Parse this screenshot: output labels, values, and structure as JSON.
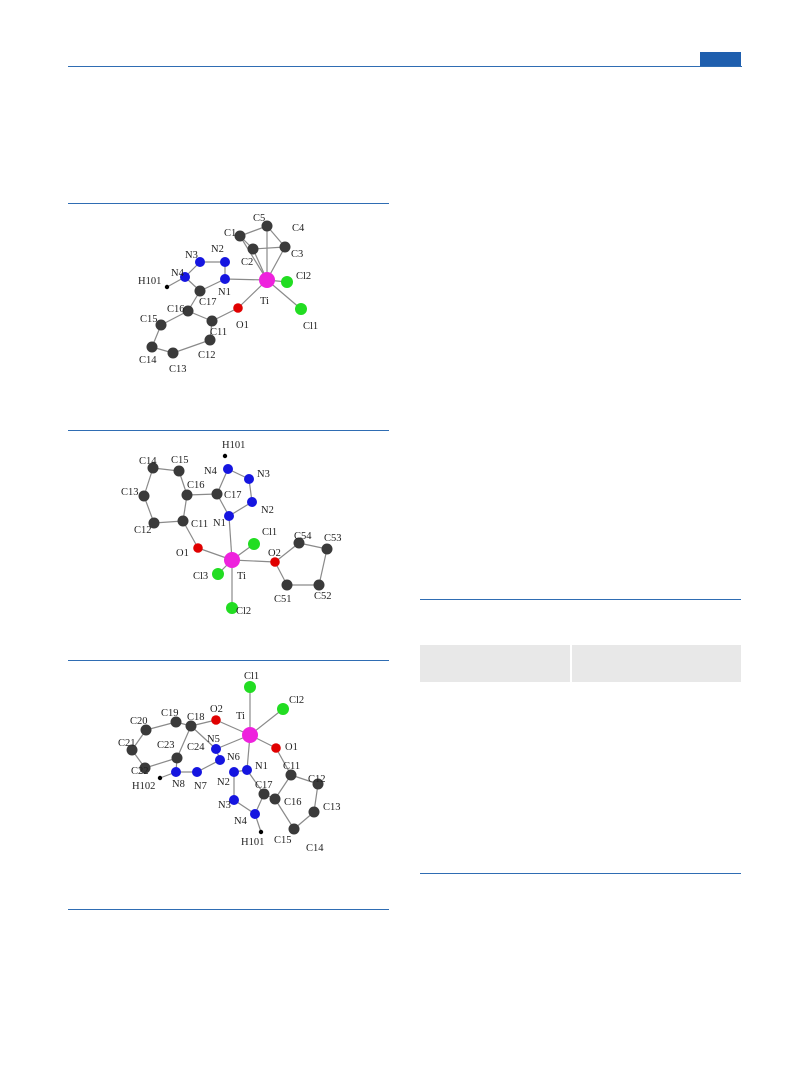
{
  "header": {
    "accent_color": "#1f5fae",
    "rule_color": "#2f6db3"
  },
  "atom_colors": {
    "C": "#3a3a3a",
    "N": "#1515e0",
    "O": "#e00000",
    "Cl": "#22dd22",
    "Ti": "#ee22dd",
    "H": "#000000"
  },
  "figures": [
    {
      "id": "complex-1",
      "labels": [
        "C5",
        "C4",
        "C1",
        "C2",
        "C3",
        "N2",
        "N3",
        "N4",
        "H101",
        "N1",
        "Ti",
        "Cl2",
        "C17",
        "C16",
        "O1",
        "C15",
        "C11",
        "Cl1",
        "C12",
        "C14",
        "C13"
      ]
    },
    {
      "id": "complex-2",
      "labels": [
        "H101",
        "C14",
        "C15",
        "N4",
        "N3",
        "C16",
        "C17",
        "C13",
        "N2",
        "C12",
        "C11",
        "N1",
        "Cl1",
        "C54",
        "C53",
        "O1",
        "O2",
        "Cl3",
        "Ti",
        "C51",
        "C52",
        "Cl2"
      ]
    },
    {
      "id": "complex-3",
      "labels": [
        "Cl1",
        "Cl2",
        "O2",
        "Ti",
        "C19",
        "C18",
        "C20",
        "N5",
        "O1",
        "C23",
        "C24",
        "N6",
        "N1",
        "C21",
        "C22",
        "N2",
        "C17",
        "C11",
        "C12",
        "H102",
        "N8",
        "N7",
        "C16",
        "N3",
        "C13",
        "N4",
        "H101",
        "C15",
        "C14"
      ]
    }
  ],
  "table": {
    "columns": [
      "",
      ""
    ]
  }
}
